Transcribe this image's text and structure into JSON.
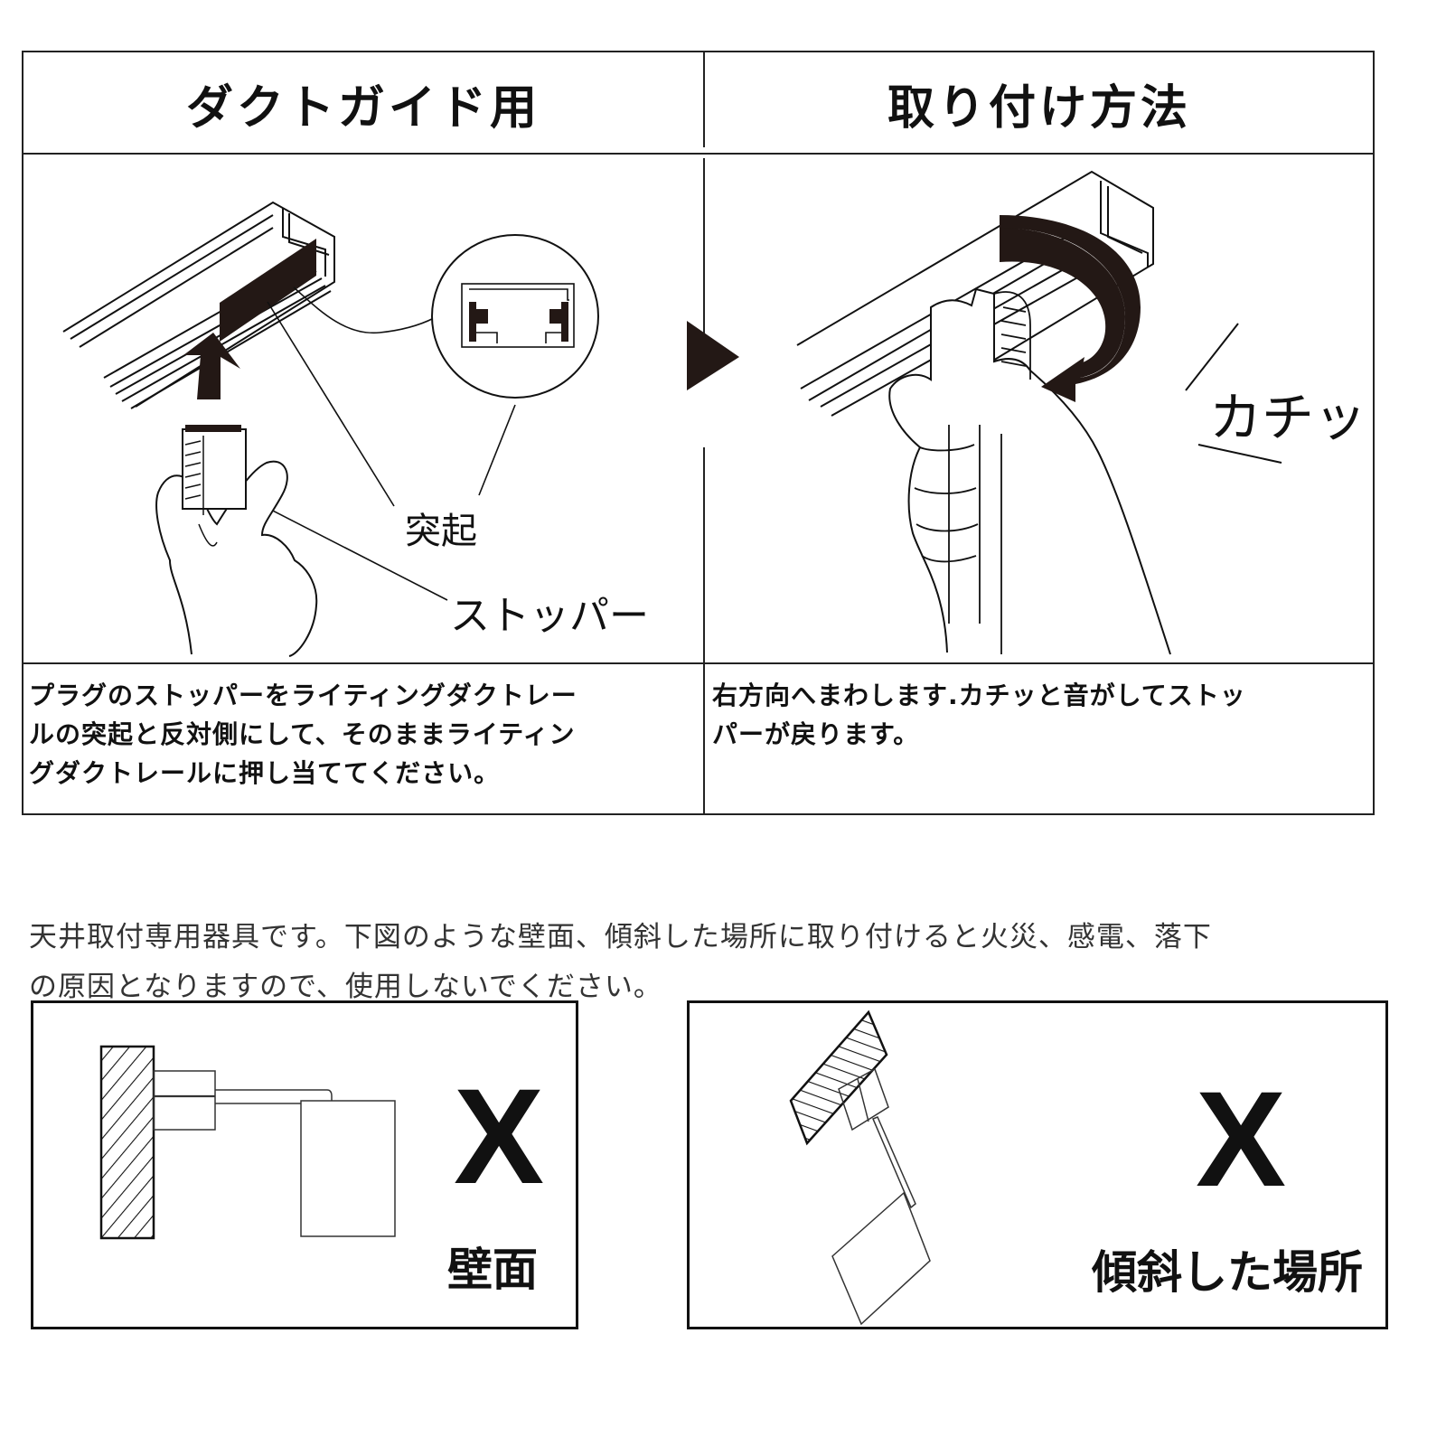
{
  "table": {
    "headers": {
      "left": "ダクトガイド用",
      "right": "取り付け方法"
    },
    "left_panel": {
      "callouts": {
        "protrusion": "突起",
        "stopper": "ストッパー"
      },
      "caption": "プラグのストッパーをライティングダクトレールの突起と反対側にして、そのままライティングダクトレールに押し当ててください。",
      "caption_lines": [
        "プラグのストッパーをライティングダクトレー",
        "ルの突起と反対側にして、そのままライティン",
        "グダクトレールに押し当ててください。"
      ]
    },
    "right_panel": {
      "sound_effect": "カチッ",
      "caption": "右方向へまわします.カチッと音がしてストッパーが戻ります。",
      "caption_lines": [
        "右方向へまわします.カチッと音がしてストッ",
        "パーが戻ります。"
      ]
    },
    "step_arrow_icon": "play-triangle"
  },
  "notice": {
    "lines": [
      "天井取付専用器具です。下図のような壁面、傾斜した場所に取り付けると火災、感電、落下",
      "の原因となりますので、使用しないでください。"
    ]
  },
  "warnings": [
    {
      "mark": "X",
      "label": "壁面"
    },
    {
      "mark": "X",
      "label": "傾斜した場所"
    }
  ],
  "colors": {
    "ink": "#111111",
    "fill_dark": "#231815",
    "background": "#ffffff",
    "notice_text": "#333333"
  }
}
